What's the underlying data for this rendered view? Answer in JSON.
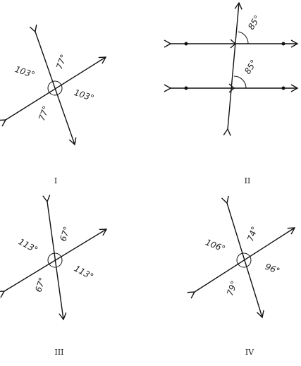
{
  "figures": [
    {
      "label": "I",
      "angles": [
        "103°",
        "77°",
        "103°",
        "77°"
      ]
    },
    {
      "label": "II",
      "angles": [
        "85°",
        "85°"
      ]
    },
    {
      "label": "III",
      "angles": [
        "113°",
        "67°",
        "113°",
        "67°"
      ]
    },
    {
      "label": "IV",
      "angles": [
        "106°",
        "74°",
        "96°",
        "79°"
      ]
    }
  ],
  "colors": {
    "line": "#111111",
    "text": "#222222",
    "background": "#ffffff"
  }
}
